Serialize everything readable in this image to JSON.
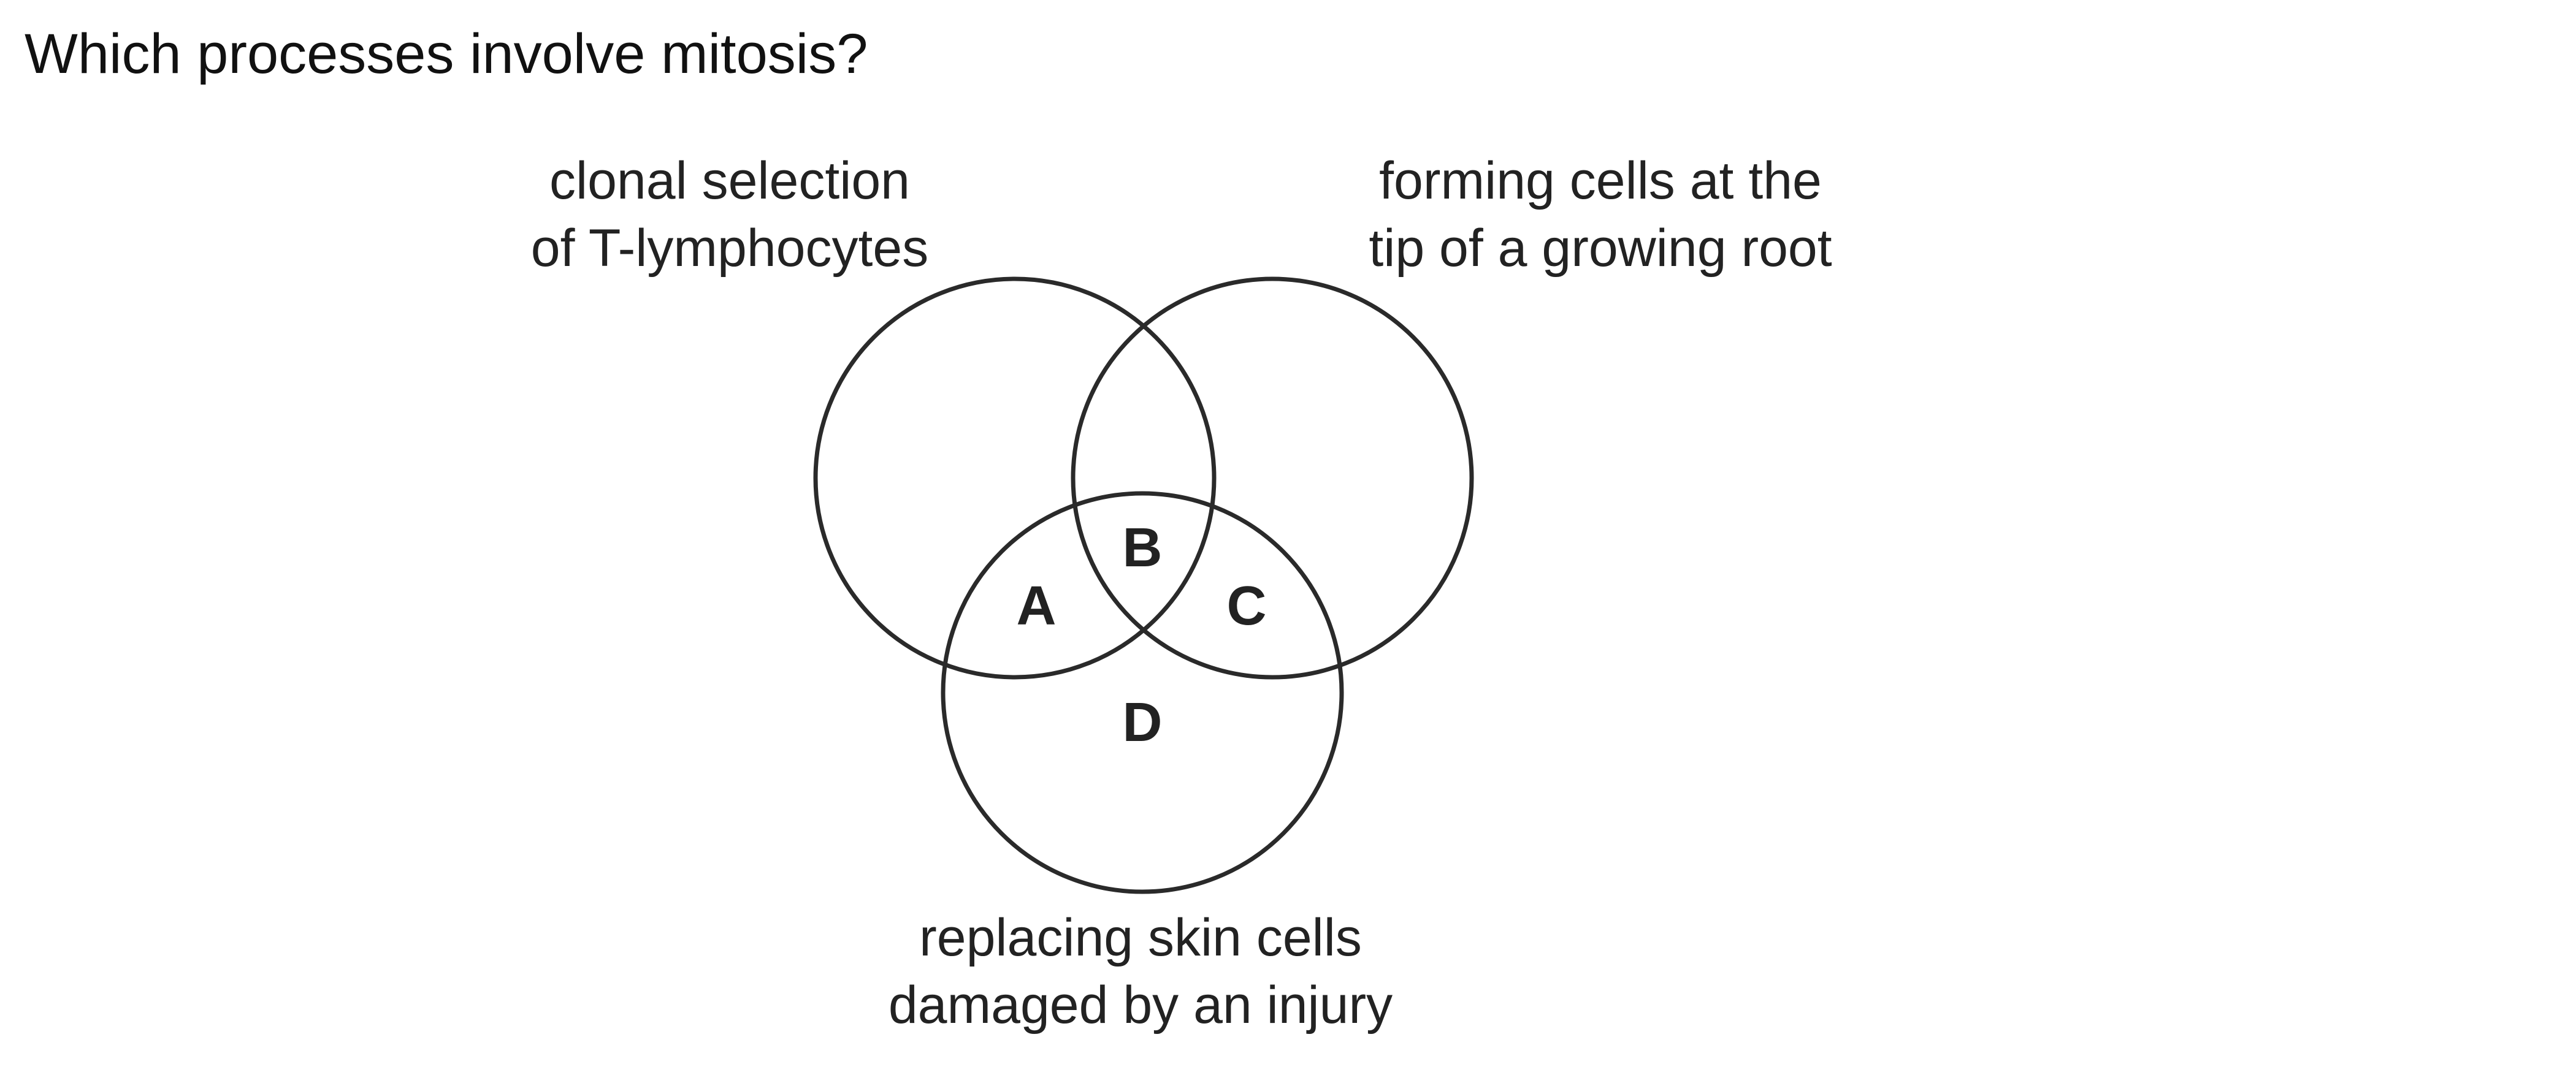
{
  "question": "Which processes involve mitosis?",
  "sets": {
    "left": {
      "lines": [
        "clonal selection",
        "of T-lymphocytes"
      ]
    },
    "right": {
      "lines": [
        "forming cells at the",
        "tip of a growing root"
      ]
    },
    "bottom": {
      "lines": [
        "replacing skin cells",
        "damaged by an injury"
      ]
    }
  },
  "regions": {
    "a": "A",
    "b": "B",
    "c": "C",
    "d": "D"
  }
}
